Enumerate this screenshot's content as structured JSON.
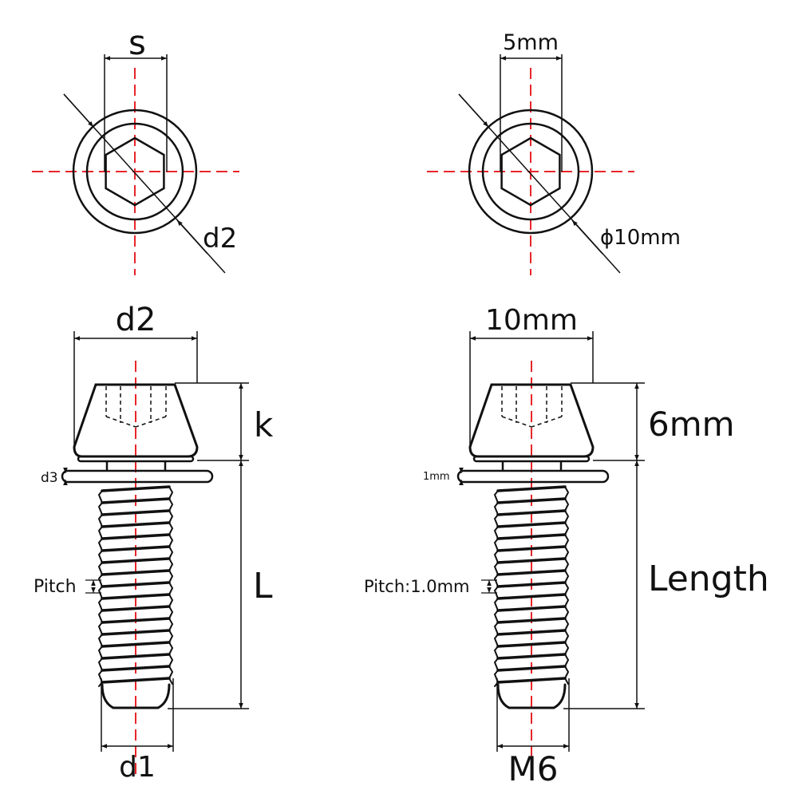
{
  "colors": {
    "outline": "#111111",
    "centerline": "#e8252a",
    "background": "#ffffff"
  },
  "generic_drawing": {
    "top_view": {
      "hex_size_label": "s",
      "head_diameter_label": "d2"
    },
    "side_view": {
      "head_diameter_label": "d2",
      "head_height_label": "k",
      "washer_thickness_label": "d3",
      "pitch_label": "Pitch",
      "length_label": "L",
      "thread_diameter_label": "d1"
    }
  },
  "dimensioned_drawing": {
    "top_view": {
      "hex_size_label": "5mm",
      "head_diameter_label": "ϕ10mm"
    },
    "side_view": {
      "head_diameter_label": "10mm",
      "head_height_label": "6mm",
      "washer_thickness_label": "1mm",
      "pitch_label": "Pitch:1.0mm",
      "length_label": "Length",
      "thread_diameter_label": "M6"
    }
  }
}
